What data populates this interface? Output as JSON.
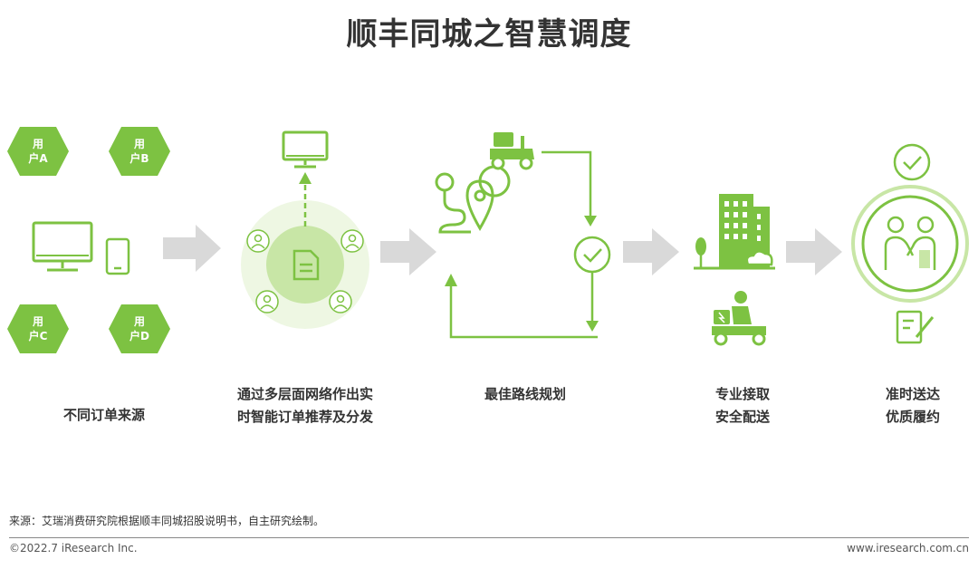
{
  "title": "顺丰同城之智慧调度",
  "sources": {
    "users": [
      {
        "line1": "用",
        "line2": "户A"
      },
      {
        "line1": "用",
        "line2": "户B"
      },
      {
        "line1": "用",
        "line2": "户C"
      },
      {
        "line1": "用",
        "line2": "户D"
      }
    ]
  },
  "steps": [
    {
      "line1": "不同订单来源",
      "line2": ""
    },
    {
      "line1": "通过多层面网络作出实",
      "line2": "时智能订单推荐及分发"
    },
    {
      "line1": "最佳路线规划",
      "line2": ""
    },
    {
      "line1": "专业接取",
      "line2": "安全配送"
    },
    {
      "line1": "准时送达",
      "line2": "优质履约"
    }
  ],
  "footer": {
    "source": "来源：艾瑞消费研究院根据顺丰同城招股说明书，自主研究绘制。",
    "copyright": "©2022.7 iResearch Inc.",
    "website": "www.iresearch.com.cn"
  },
  "colors": {
    "accent": "#7dc242",
    "light": "#e9f5d9",
    "mid": "#c8e6a6",
    "arrow": "#d9d9d9"
  }
}
